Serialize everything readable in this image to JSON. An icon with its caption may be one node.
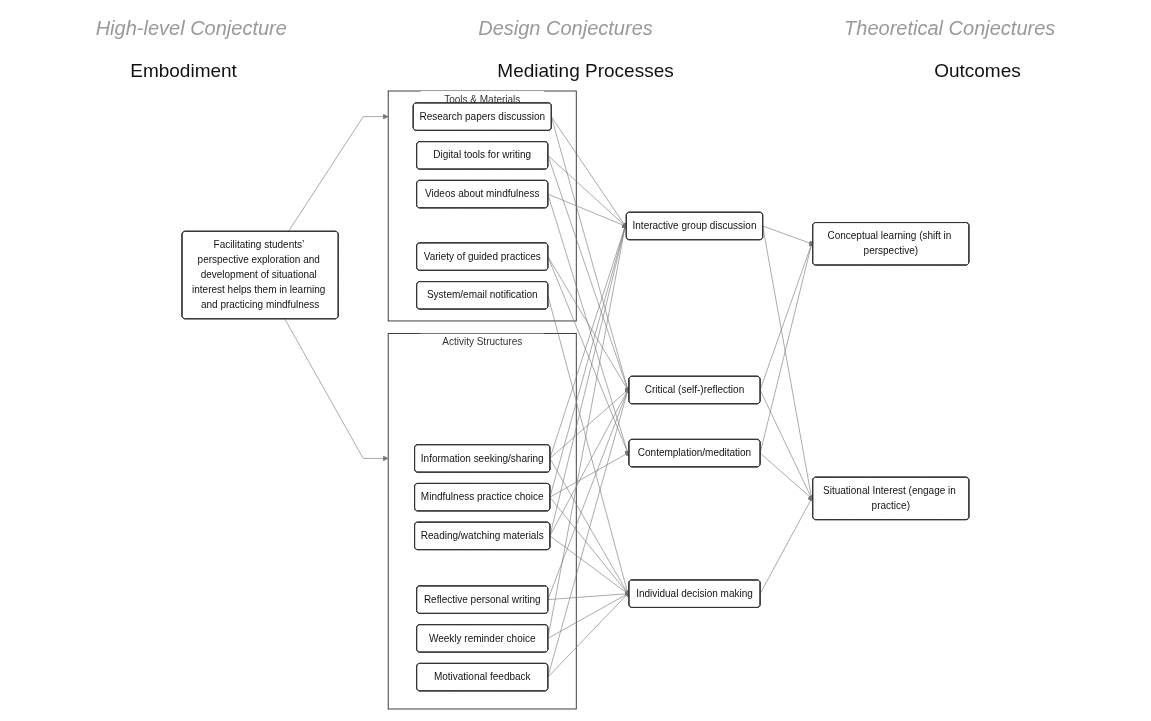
{
  "diagram": {
    "nodes": [
      {
        "text": [
          "Facilitating students’ perspective exploration and development of situational interest helps them in learning and practicing mindfulness"
        ]
      },
      {
        "text": [
          "Tools & Materials"
        ]
      },
      {
        "text": [
          "Research papers discussion"
        ],
        "in": 1
      },
      {
        "text": [
          "Digital tools for writing"
        ],
        "in": 1
      },
      {
        "text": [
          "Variety of guided practices"
        ],
        "in": 1
      },
      {
        "text": [
          "Videos about mindfulness"
        ],
        "in": 1
      },
      {
        "text": [
          "System/email notification"
        ],
        "in": 1
      },
      {
        "text": [
          "Activity Structures"
        ]
      },
      {
        "text": [
          "Information seeking/sharing"
        ],
        "in": 7
      },
      {
        "text": [
          "Reflective personal writing"
        ],
        "in": 7
      },
      {
        "text": [
          "Mindfulness practice choice"
        ],
        "in": 7
      },
      {
        "text": [
          "Reading/watching materials"
        ],
        "in": 7
      },
      {
        "text": [
          "Weekly reminder choice"
        ],
        "in": 7
      },
      {
        "text": [
          "Motivational feedback"
        ],
        "in": 7
      },
      {
        "text": [
          "Interactive group discussion"
        ]
      },
      {
        "text": [
          "Critical (self-)reflection"
        ]
      },
      {
        "text": [
          "Contemplation/meditation"
        ]
      },
      {
        "text": [
          "Individual decision making"
        ]
      },
      {
        "text": [
          "Conceptual learning (shift in perspective)"
        ]
      },
      {
        "text": [
          "Situational Interest (engage in practice)"
        ]
      }
    ],
    "edges": [
      {
        "from": 0,
        "to": 1,
        "arrow": "to"
      },
      {
        "from": 0,
        "to": 7,
        "arrow": "to"
      },
      {
        "from": 2,
        "to": 14,
        "arrow": "to"
      },
      {
        "from": 2,
        "to": 15,
        "arrow": "to"
      },
      {
        "from": 3,
        "to": 14,
        "arrow": "to"
      },
      {
        "from": 3,
        "to": 15,
        "arrow": "to"
      },
      {
        "from": 4,
        "to": 15,
        "arrow": "to"
      },
      {
        "from": 4,
        "to": 16,
        "arrow": "to"
      },
      {
        "from": 5,
        "to": 14,
        "arrow": "to"
      },
      {
        "from": 5,
        "to": 16,
        "arrow": "to"
      },
      {
        "from": 6,
        "to": 17,
        "arrow": "to"
      },
      {
        "from": 8,
        "to": 14,
        "arrow": "to"
      },
      {
        "from": 8,
        "to": 15,
        "arrow": "to"
      },
      {
        "from": 8,
        "to": 17,
        "arrow": "to"
      },
      {
        "from": 9,
        "to": 15,
        "arrow": "to"
      },
      {
        "from": 9,
        "to": 17,
        "arrow": "to"
      },
      {
        "from": 10,
        "to": 14,
        "arrow": "to"
      },
      {
        "from": 10,
        "to": 16,
        "arrow": "to"
      },
      {
        "from": 10,
        "to": 17,
        "arrow": "to"
      },
      {
        "from": 11,
        "to": 14,
        "arrow": "to"
      },
      {
        "from": 11,
        "to": 15,
        "arrow": "to"
      },
      {
        "from": 11,
        "to": 17,
        "arrow": "to"
      },
      {
        "from": 12,
        "to": 14,
        "arrow": "to"
      },
      {
        "from": 12,
        "to": 17,
        "arrow": "to"
      },
      {
        "from": 13,
        "to": 15,
        "arrow": "to"
      },
      {
        "from": 13,
        "to": 17,
        "arrow": "to"
      },
      {
        "from": 14,
        "to": 18,
        "arrow": "to"
      },
      {
        "from": 14,
        "to": 19,
        "arrow": "to"
      },
      {
        "from": 15,
        "to": 18,
        "arrow": "to"
      },
      {
        "from": 15,
        "to": 19,
        "arrow": "to"
      },
      {
        "from": 16,
        "to": 18,
        "arrow": "to"
      },
      {
        "from": 16,
        "to": 19,
        "arrow": "to"
      },
      {
        "from": 17,
        "to": 19,
        "arrow": "to"
      }
    ],
    "labels": [
      "High-level Conjecture",
      "Design Conjectures",
      "Theoretical Conjectures",
      "Embodiment",
      "Mediating Processes",
      "Outcomes"
    ]
  }
}
